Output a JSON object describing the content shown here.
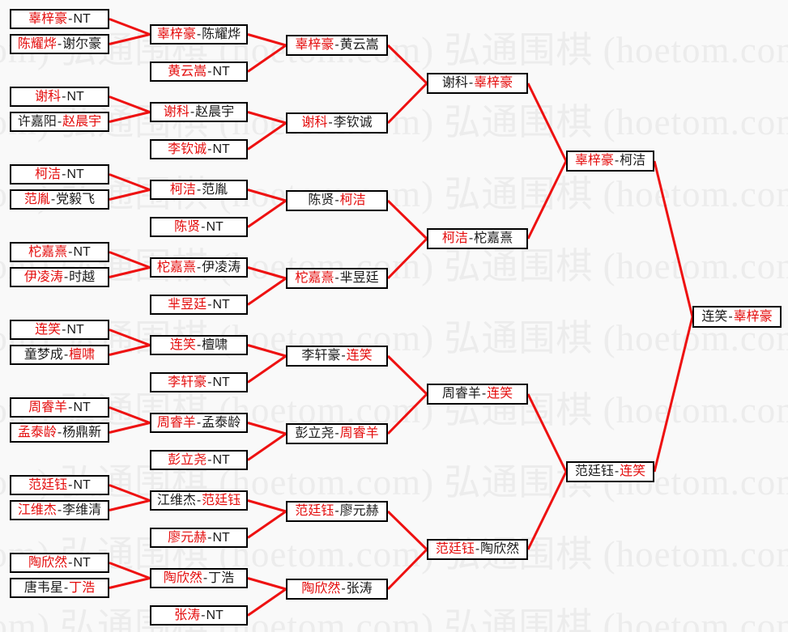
{
  "colors": {
    "red": "#e40d0d",
    "line_red": "#ee1111",
    "box_border": "#000000",
    "box_bg": "#ffffff",
    "page_bg": "#f9f9f9",
    "watermark": "#ececec"
  },
  "watermark": {
    "text": "弘通围棋 (hoetom.com)"
  },
  "bracket": {
    "separator": "-",
    "rounds": [
      {
        "name": "preliminary",
        "matches": [
          {
            "p1": "辜梓豪",
            "p2": "NT",
            "winner": 1
          },
          {
            "p1": "陈耀烨",
            "p2": "谢尔豪",
            "winner": 1
          },
          {
            "p1": "谢科",
            "p2": "NT",
            "winner": 1
          },
          {
            "p1": "许嘉阳",
            "p2": "赵晨宇",
            "winner": 2
          },
          {
            "p1": "柯洁",
            "p2": "NT",
            "winner": 1
          },
          {
            "p1": "范胤",
            "p2": "党毅飞",
            "winner": 1
          },
          {
            "p1": "柁嘉熹",
            "p2": "NT",
            "winner": 1
          },
          {
            "p1": "伊凌涛",
            "p2": "时越",
            "winner": 1
          },
          {
            "p1": "连笑",
            "p2": "NT",
            "winner": 1
          },
          {
            "p1": "童梦成",
            "p2": "檀啸",
            "winner": 2
          },
          {
            "p1": "周睿羊",
            "p2": "NT",
            "winner": 1
          },
          {
            "p1": "孟泰龄",
            "p2": "杨鼎新",
            "winner": 1
          },
          {
            "p1": "范廷钰",
            "p2": "NT",
            "winner": 1
          },
          {
            "p1": "江维杰",
            "p2": "李维清",
            "winner": 1
          },
          {
            "p1": "陶欣然",
            "p2": "NT",
            "winner": 1
          },
          {
            "p1": "唐韦星",
            "p2": "丁浩",
            "winner": 2
          }
        ]
      },
      {
        "name": "round-of-32",
        "matches": [
          {
            "p1": "辜梓豪",
            "p2": "陈耀烨",
            "winner": 1
          },
          {
            "p1": "黄云嵩",
            "p2": "NT",
            "winner": 1
          },
          {
            "p1": "谢科",
            "p2": "赵晨宇",
            "winner": 1
          },
          {
            "p1": "李钦诚",
            "p2": "NT",
            "winner": 1
          },
          {
            "p1": "柯洁",
            "p2": "范胤",
            "winner": 1
          },
          {
            "p1": "陈贤",
            "p2": "NT",
            "winner": 1
          },
          {
            "p1": "柁嘉熹",
            "p2": "伊凌涛",
            "winner": 1
          },
          {
            "p1": "芈昱廷",
            "p2": "NT",
            "winner": 1
          },
          {
            "p1": "连笑",
            "p2": "檀啸",
            "winner": 1
          },
          {
            "p1": "李轩豪",
            "p2": "NT",
            "winner": 1
          },
          {
            "p1": "周睿羊",
            "p2": "孟泰龄",
            "winner": 1
          },
          {
            "p1": "彭立尧",
            "p2": "NT",
            "winner": 1
          },
          {
            "p1": "江维杰",
            "p2": "范廷钰",
            "winner": 2
          },
          {
            "p1": "廖元赫",
            "p2": "NT",
            "winner": 1
          },
          {
            "p1": "陶欣然",
            "p2": "丁浩",
            "winner": 1
          },
          {
            "p1": "张涛",
            "p2": "NT",
            "winner": 1
          }
        ]
      },
      {
        "name": "round-of-16",
        "matches": [
          {
            "p1": "辜梓豪",
            "p2": "黄云嵩",
            "winner": 1
          },
          {
            "p1": "谢科",
            "p2": "李钦诚",
            "winner": 1
          },
          {
            "p1": "陈贤",
            "p2": "柯洁",
            "winner": 2
          },
          {
            "p1": "柁嘉熹",
            "p2": "芈昱廷",
            "winner": 1
          },
          {
            "p1": "李轩豪",
            "p2": "连笑",
            "winner": 2
          },
          {
            "p1": "彭立尧",
            "p2": "周睿羊",
            "winner": 2
          },
          {
            "p1": "范廷钰",
            "p2": "廖元赫",
            "winner": 1
          },
          {
            "p1": "陶欣然",
            "p2": "张涛",
            "winner": 1
          }
        ]
      },
      {
        "name": "quarterfinals",
        "matches": [
          {
            "p1": "谢科",
            "p2": "辜梓豪",
            "winner": 2
          },
          {
            "p1": "柯洁",
            "p2": "柁嘉熹",
            "winner": 1
          },
          {
            "p1": "周睿羊",
            "p2": "连笑",
            "winner": 2
          },
          {
            "p1": "范廷钰",
            "p2": "陶欣然",
            "winner": 1
          }
        ]
      },
      {
        "name": "semifinals",
        "matches": [
          {
            "p1": "辜梓豪",
            "p2": "柯洁",
            "winner": 1
          },
          {
            "p1": "范廷钰",
            "p2": "连笑",
            "winner": 2
          }
        ]
      },
      {
        "name": "final",
        "matches": [
          {
            "p1": "连笑",
            "p2": "辜梓豪",
            "winner": 2
          }
        ]
      }
    ]
  }
}
